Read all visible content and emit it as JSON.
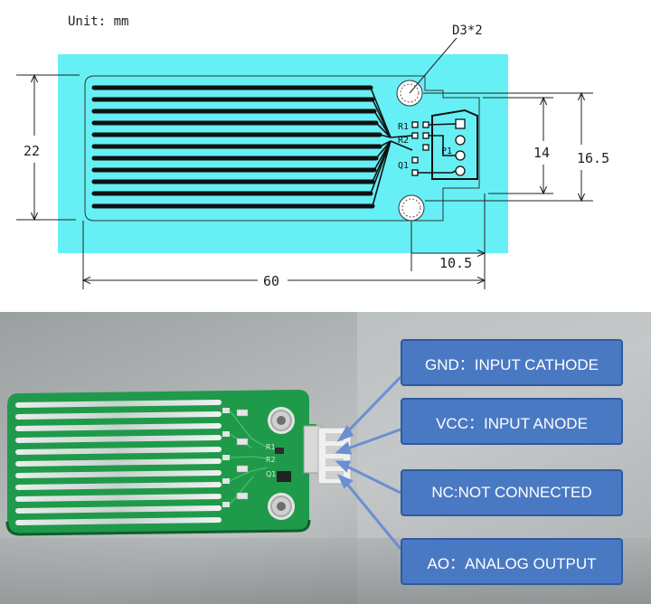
{
  "drawing": {
    "unit_label": "Unit: mm",
    "mount_hole_label": "D3*2",
    "dim_height": "22",
    "dim_width": "60",
    "dim_pin_span": "14",
    "dim_hole_span": "16.5",
    "dim_hole_offset": "10.5",
    "silk_r1": "R1",
    "silk_r2": "R2",
    "silk_q1": "Q1",
    "silk_p1": "P1",
    "board_color": "#66f0f5"
  },
  "photo": {
    "board_silk_r1": "R1",
    "board_silk_r2": "R2",
    "board_silk_q1": "Q1",
    "board_color": "#1f9a4a",
    "callout_color": "#4a79c4",
    "callouts": [
      {
        "label": "GND：INPUT CATHODE"
      },
      {
        "label": "VCC：INPUT ANODE"
      },
      {
        "label": "NC:NOT CONNECTED"
      },
      {
        "label": "AO：ANALOG OUTPUT"
      }
    ]
  }
}
